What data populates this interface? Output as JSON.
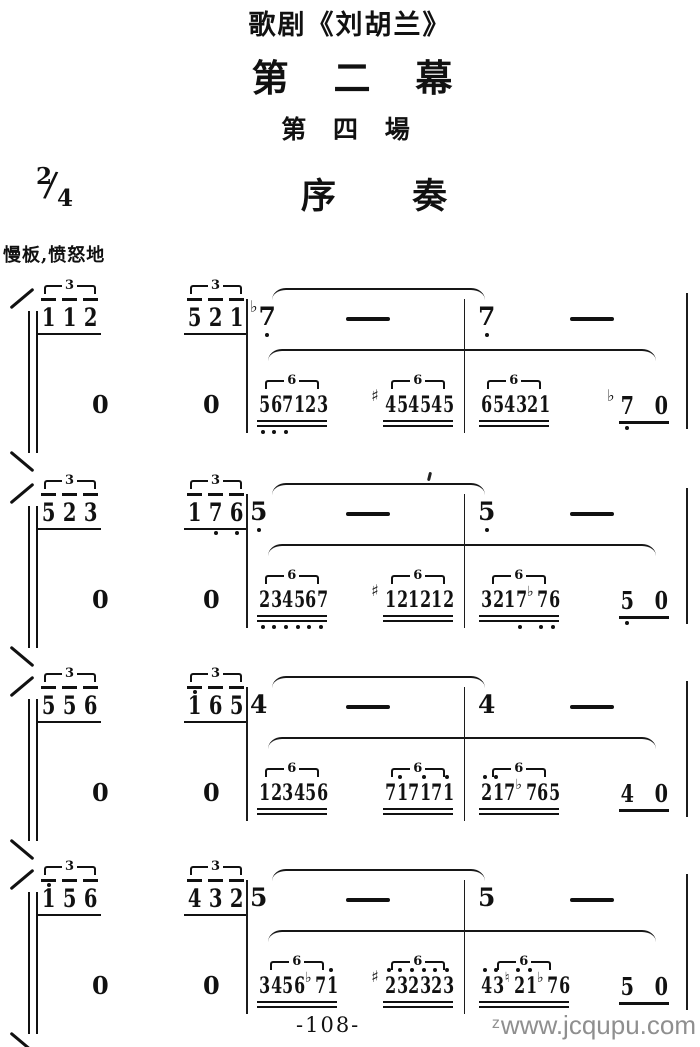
{
  "header": {
    "opera_title": "歌剧《刘胡兰》",
    "act_title": "第 二 幕",
    "scene_title": "第 四 場",
    "movement_title": "序 奏",
    "tempo_expression": "慢板,愤怒地",
    "time_signature": {
      "numerator": "2",
      "denominator": "4"
    }
  },
  "notation": {
    "tuplet_labels": {
      "triplet": "3",
      "sextuplet": "6"
    },
    "systems": [
      {
        "upper": {
          "triplets": [
            {
              "notes": [
                {
                  "d": "1"
                },
                {
                  "d": "1"
                },
                {
                  "d": "2"
                }
              ]
            },
            {
              "notes": [
                {
                  "d": "5"
                },
                {
                  "d": "2"
                },
                {
                  "d": "1"
                }
              ]
            }
          ],
          "long_notes": [
            {
              "acc": "♭",
              "d": "7",
              "oct": -1,
              "dash": "—"
            },
            {
              "d": "7",
              "oct": -1,
              "dash": "—"
            }
          ]
        },
        "lower": {
          "rests": [
            "0",
            "0"
          ],
          "sextuplets": [
            {
              "notes": [
                {
                  "d": "5",
                  "oct": -1
                },
                {
                  "d": "6",
                  "oct": -1
                },
                {
                  "d": "7",
                  "oct": -1
                },
                {
                  "d": "1"
                },
                {
                  "d": "2"
                },
                {
                  "d": "3"
                }
              ]
            },
            {
              "lead_acc": "♯",
              "notes": [
                {
                  "d": "4"
                },
                {
                  "d": "5"
                },
                {
                  "d": "4"
                },
                {
                  "d": "5"
                },
                {
                  "d": "4"
                },
                {
                  "d": "5"
                }
              ]
            },
            {
              "notes": [
                {
                  "d": "6"
                },
                {
                  "d": "5"
                },
                {
                  "d": "4"
                },
                {
                  "d": "3"
                },
                {
                  "d": "2"
                },
                {
                  "d": "1"
                }
              ]
            }
          ],
          "final_pair": {
            "lead_acc": "♭",
            "notes": [
              {
                "d": "7",
                "oct": -1
              },
              {
                "d": "0"
              }
            ]
          }
        }
      },
      {
        "upper": {
          "triplets": [
            {
              "notes": [
                {
                  "d": "5"
                },
                {
                  "d": "2"
                },
                {
                  "d": "3"
                }
              ]
            },
            {
              "notes": [
                {
                  "d": "1"
                },
                {
                  "d": "7",
                  "oct": -1
                },
                {
                  "d": "6",
                  "oct": -1
                }
              ]
            }
          ],
          "long_notes": [
            {
              "d": "5",
              "oct": -1,
              "dash": "—"
            },
            {
              "d": "5",
              "oct": -1,
              "dash": "—"
            }
          ]
        },
        "lower": {
          "rests": [
            "0",
            "0"
          ],
          "sextuplets": [
            {
              "notes": [
                {
                  "d": "2",
                  "oct": -1
                },
                {
                  "d": "3",
                  "oct": -1
                },
                {
                  "d": "4",
                  "oct": -1
                },
                {
                  "d": "5",
                  "oct": -1
                },
                {
                  "d": "6",
                  "oct": -1
                },
                {
                  "d": "7",
                  "oct": -1
                }
              ]
            },
            {
              "lead_acc": "♯",
              "notes": [
                {
                  "d": "1"
                },
                {
                  "d": "2"
                },
                {
                  "d": "1"
                },
                {
                  "d": "2"
                },
                {
                  "d": "1"
                },
                {
                  "d": "2"
                }
              ]
            },
            {
              "notes": [
                {
                  "d": "3"
                },
                {
                  "d": "2"
                },
                {
                  "d": "1"
                },
                {
                  "d": "7",
                  "oct": -1
                },
                {
                  "acc": "♭",
                  "d": "7",
                  "oct": -1
                },
                {
                  "d": "6",
                  "oct": -1
                }
              ]
            }
          ],
          "final_pair": {
            "notes": [
              {
                "d": "5",
                "oct": -1
              },
              {
                "d": "0"
              }
            ]
          }
        }
      },
      {
        "upper": {
          "triplets": [
            {
              "notes": [
                {
                  "d": "5"
                },
                {
                  "d": "5"
                },
                {
                  "d": "6"
                }
              ]
            },
            {
              "notes": [
                {
                  "d": "1",
                  "oct": 1
                },
                {
                  "d": "6"
                },
                {
                  "d": "5"
                }
              ]
            }
          ],
          "long_notes": [
            {
              "d": "4",
              "dash": "—"
            },
            {
              "d": "4",
              "dash": "—"
            }
          ]
        },
        "lower": {
          "rests": [
            "0",
            "0"
          ],
          "sextuplets": [
            {
              "notes": [
                {
                  "d": "1"
                },
                {
                  "d": "2"
                },
                {
                  "d": "3"
                },
                {
                  "d": "4"
                },
                {
                  "d": "5"
                },
                {
                  "d": "6"
                }
              ]
            },
            {
              "notes": [
                {
                  "d": "7"
                },
                {
                  "d": "1",
                  "oct": 1
                },
                {
                  "d": "7"
                },
                {
                  "d": "1",
                  "oct": 1
                },
                {
                  "d": "7"
                },
                {
                  "d": "1",
                  "oct": 1
                }
              ]
            },
            {
              "notes": [
                {
                  "d": "2",
                  "oct": 1
                },
                {
                  "d": "1",
                  "oct": 1
                },
                {
                  "d": "7"
                },
                {
                  "acc": "♭",
                  "d": "7"
                },
                {
                  "d": "6"
                },
                {
                  "d": "5"
                }
              ]
            }
          ],
          "final_pair": {
            "notes": [
              {
                "d": "4"
              },
              {
                "d": "0"
              }
            ]
          }
        }
      },
      {
        "upper": {
          "triplets": [
            {
              "notes": [
                {
                  "d": "1",
                  "oct": 1
                },
                {
                  "d": "5"
                },
                {
                  "d": "6"
                }
              ]
            },
            {
              "notes": [
                {
                  "d": "4"
                },
                {
                  "d": "3"
                },
                {
                  "d": "2"
                }
              ]
            }
          ],
          "long_notes": [
            {
              "d": "5",
              "dash": "—"
            },
            {
              "d": "5",
              "dash": "—"
            }
          ]
        },
        "lower": {
          "rests": [
            "0",
            "0"
          ],
          "sextuplets": [
            {
              "notes": [
                {
                  "d": "3"
                },
                {
                  "d": "4"
                },
                {
                  "d": "5"
                },
                {
                  "d": "6"
                },
                {
                  "acc": "♭",
                  "d": "7"
                },
                {
                  "d": "1",
                  "oct": 1
                }
              ]
            },
            {
              "lead_acc": "♯",
              "notes": [
                {
                  "d": "2",
                  "oct": 1
                },
                {
                  "d": "3",
                  "oct": 1
                },
                {
                  "d": "2",
                  "oct": 1
                },
                {
                  "d": "3",
                  "oct": 1
                },
                {
                  "d": "2",
                  "oct": 1
                },
                {
                  "d": "3",
                  "oct": 1
                }
              ]
            },
            {
              "notes": [
                {
                  "d": "4",
                  "oct": 1
                },
                {
                  "d": "3",
                  "oct": 1
                },
                {
                  "acc": "♮",
                  "d": "2",
                  "oct": 1
                },
                {
                  "d": "1",
                  "oct": 1
                },
                {
                  "acc": "♭",
                  "d": "7"
                },
                {
                  "d": "6"
                }
              ]
            }
          ],
          "final_pair": {
            "notes": [
              {
                "d": "5"
              },
              {
                "d": "0"
              }
            ]
          }
        }
      }
    ]
  },
  "footer": {
    "page_number": "-108-",
    "watermark_prefix": "z",
    "watermark": "www.jcqupu.com"
  }
}
